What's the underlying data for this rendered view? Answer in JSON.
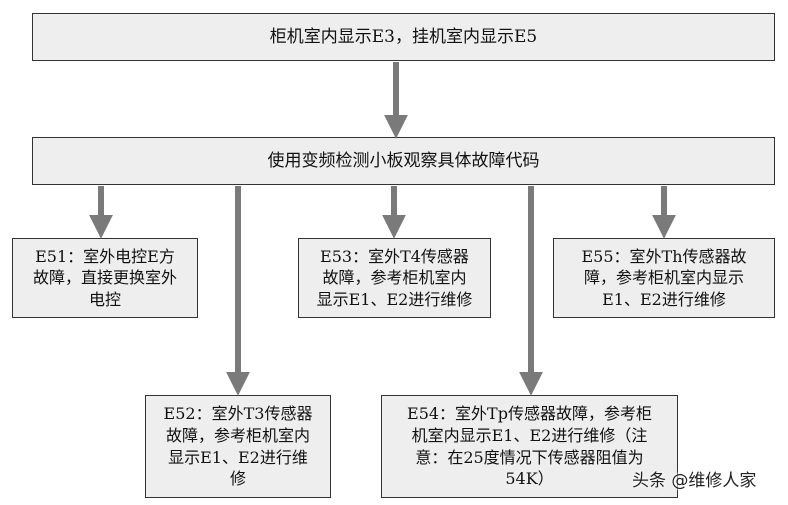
{
  "colors": {
    "box_fill": "#eeeeee",
    "box_border": "#333333",
    "arrow": "#7a7a7a"
  },
  "nodes": {
    "top": {
      "lines": [
        "柜机室内显示E3，挂机室内显示E5"
      ]
    },
    "mid": {
      "lines": [
        "使用变频检测小板观察具体故障代码"
      ]
    },
    "e51": {
      "lines": [
        "E51：室外电控E方",
        "故障，直接更换室外",
        "电控"
      ]
    },
    "e53": {
      "lines": [
        "E53：室外T4传感器",
        "故障，参考柜机室内",
        "显示E1、E2进行维修"
      ]
    },
    "e55": {
      "lines": [
        "E55：室外Th传感器故",
        "障，参考柜机室内显示",
        "E1、E2进行维修"
      ]
    },
    "e52": {
      "lines": [
        "E52：室外T3传感器",
        "故障，参考柜机室内",
        "显示E1、E2进行维",
        "修"
      ]
    },
    "e54": {
      "lines": [
        "E54：室外Tp传感器故障，参考柜",
        "机室内显示E1、E2进行维修（注",
        "意：在25度情况下传感器阻值为",
        "54K）"
      ]
    }
  },
  "watermark": "头条 @维修人家"
}
